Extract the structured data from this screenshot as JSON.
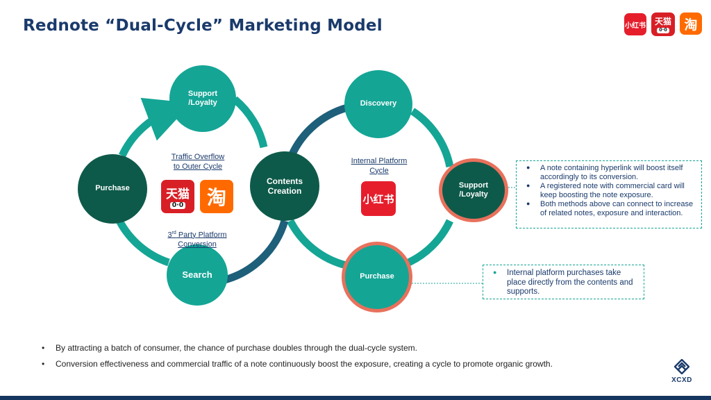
{
  "title": "Rednote “Dual-Cycle” Marketing Model",
  "logos": {
    "rednote": "小红书",
    "tmall": "天猫",
    "tmall_eyes": "0·0",
    "taobao": "淘"
  },
  "left_cycle": {
    "support": "Support\n/Loyalty",
    "purchase": "Purchase",
    "search": "Search",
    "overflow": "Traffic Overflow\nto Outer Cycle",
    "conversion_pre": "3",
    "conversion_sup": "rd",
    "conversion_post": " Party Platform\nConversion"
  },
  "center": {
    "contents": "Contents\nCreation"
  },
  "right_cycle": {
    "discovery": "Discovery",
    "support": "Support\n/Loyalty",
    "purchase": "Purchase",
    "internal": "Internal Platform\nCycle"
  },
  "notes": {
    "support": [
      "A note containing hyperlink will boost itself accordingly to its conversion.",
      "A registered note with commercial card will keep boosting the note exposure.",
      "Both methods above can connect to increase of related notes, exposure and interaction."
    ],
    "purchase": [
      "Internal platform purchases take place directly from the contents and supports."
    ]
  },
  "bullets": [
    "By attracting a batch of consumer, the chance of purchase doubles through the dual-cycle system.",
    "Conversion effectiveness and commercial traffic of a note continuously boost the exposure, creating a cycle to promote organic growth."
  ],
  "brand": "XCXD",
  "colors": {
    "navy": "#1a3a6b",
    "dark_green": "#0e5a4a",
    "teal": "#14a595",
    "coral": "#e8715c",
    "connector": "#1e5f7a"
  }
}
